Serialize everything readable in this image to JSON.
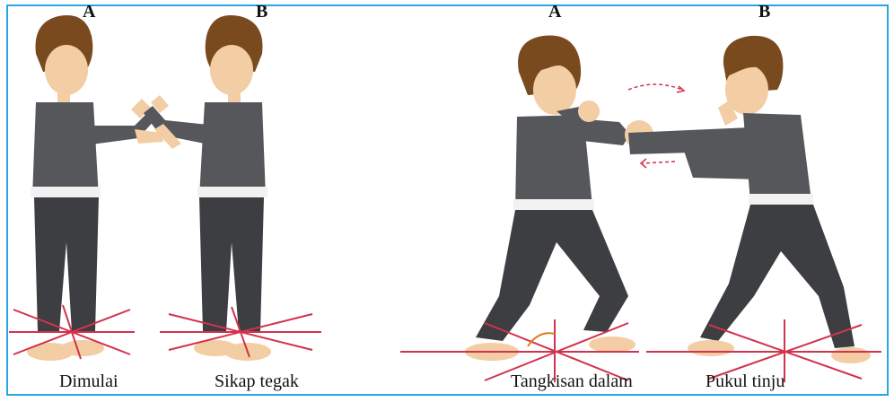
{
  "figures": [
    {
      "letter": "A",
      "caption": "Dimulai"
    },
    {
      "letter": "B",
      "caption": "Sikap tegak"
    },
    {
      "letter": "A",
      "caption": "Tangkisan dalam"
    },
    {
      "letter": "B",
      "caption": "Pukul tinju"
    }
  ],
  "colors": {
    "frame": "#28a7e1",
    "uniform": "#55575b",
    "uniform_shadow": "#3c3e42",
    "skin": "#f3cda4",
    "hair": "#7a4a1f",
    "belt": "#f2f2f2",
    "guide_lines": "#d2334d"
  }
}
